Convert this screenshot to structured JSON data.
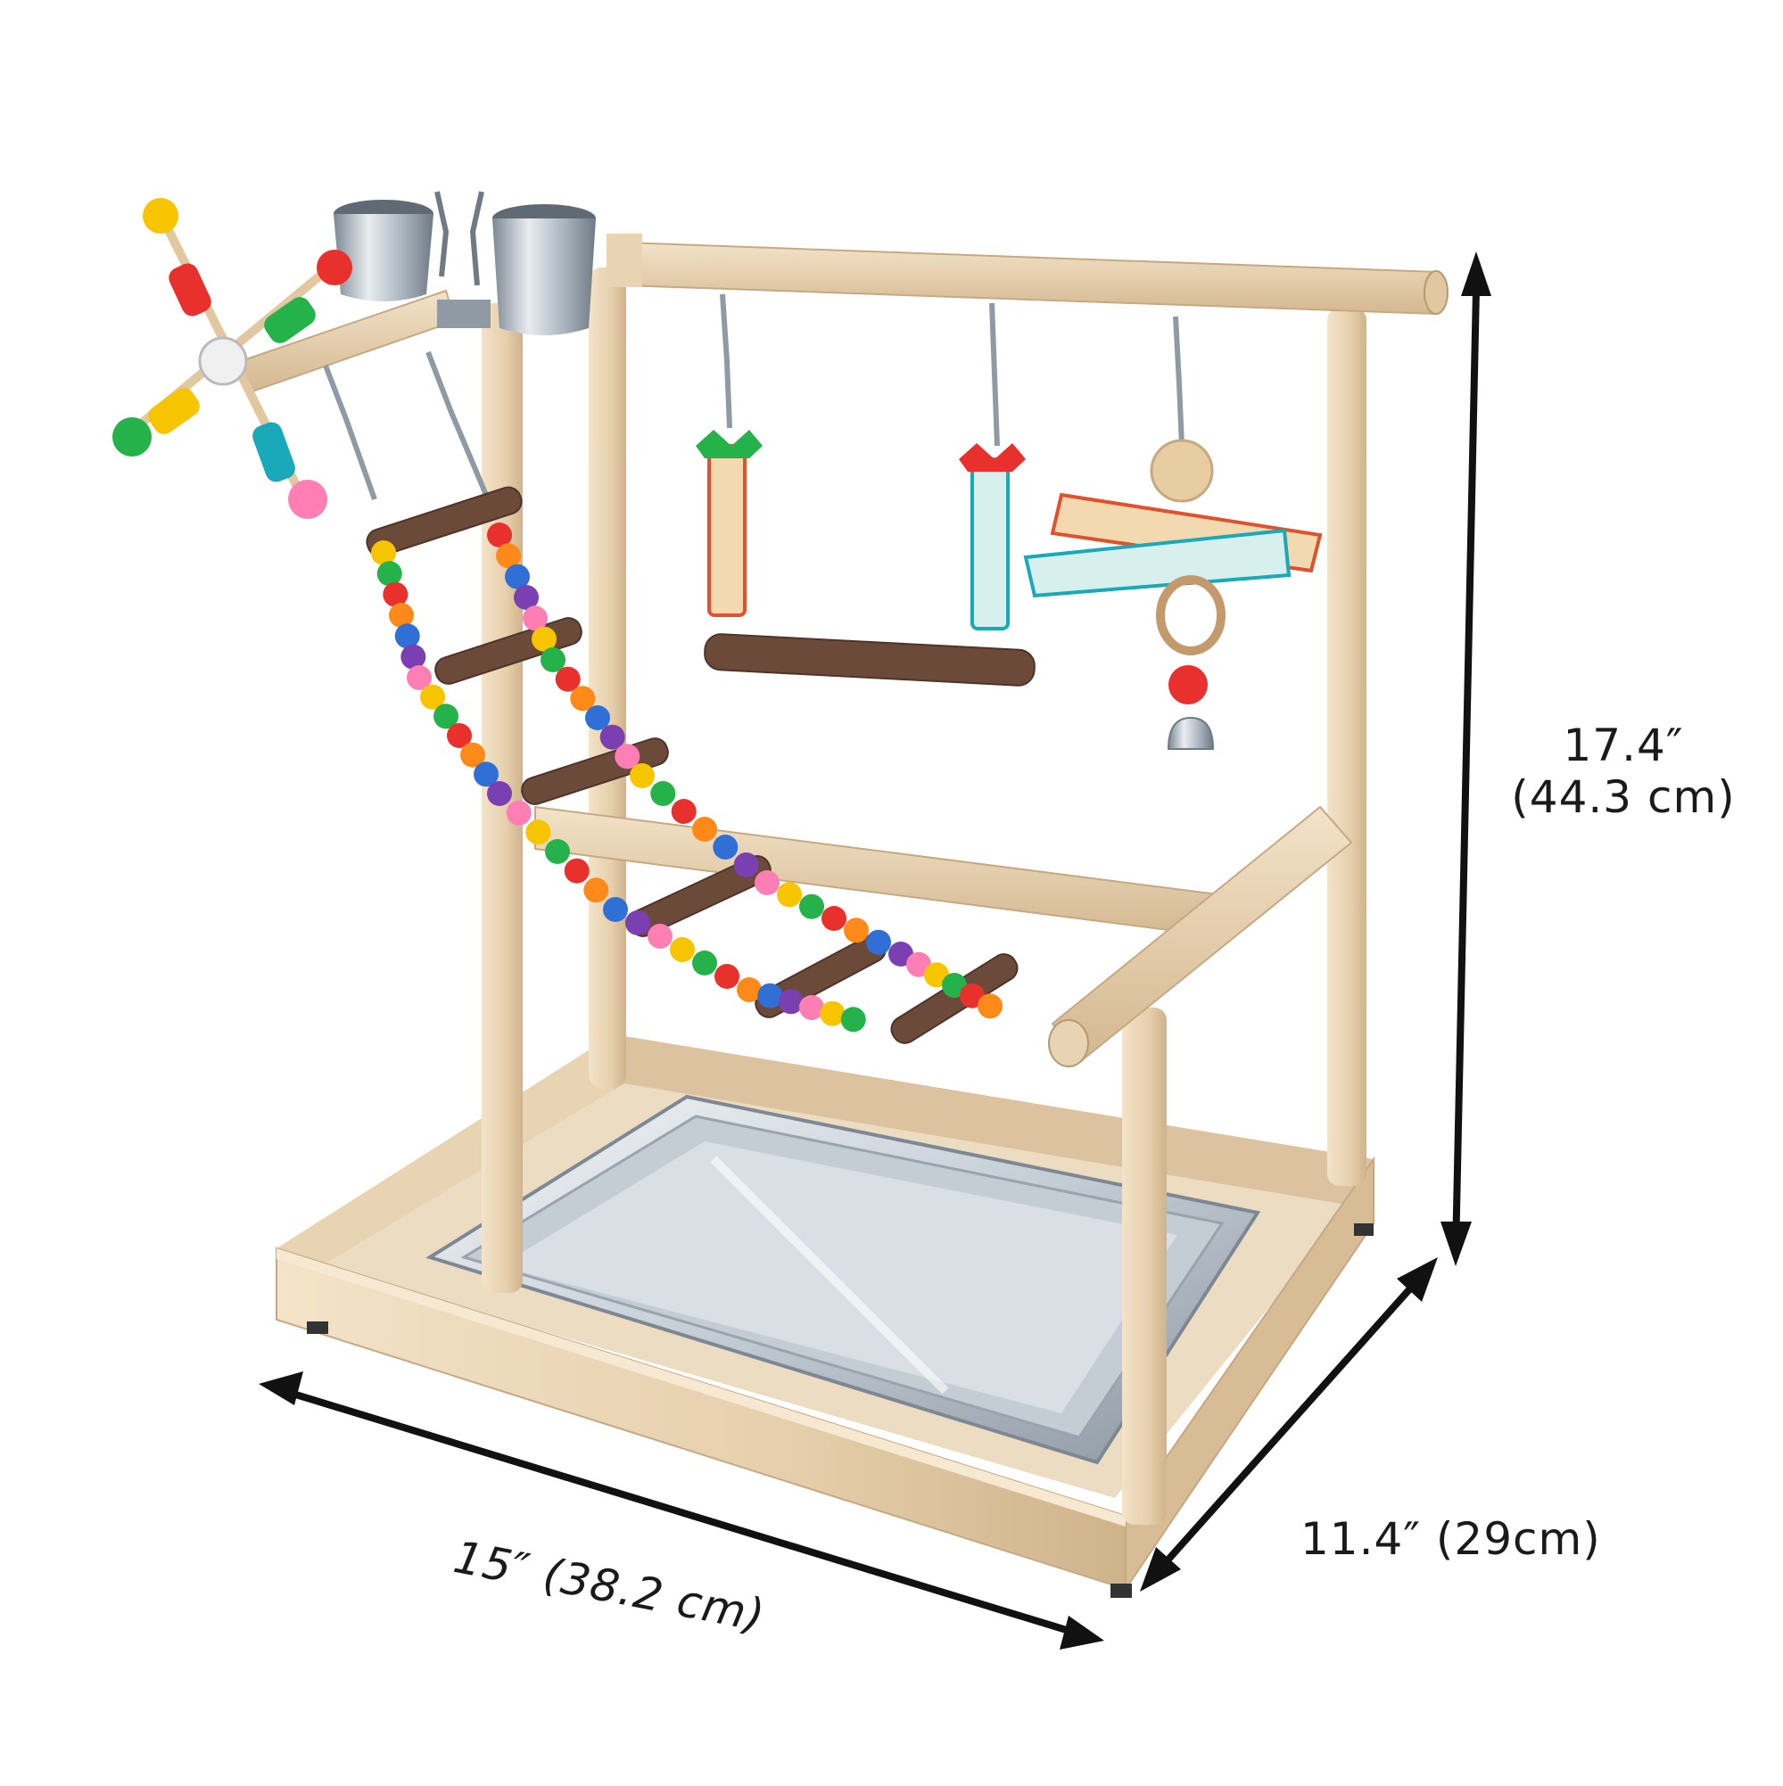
{
  "figure": {
    "image_description": "",
    "colors": {
      "wood": "#ead6b8",
      "wood_shadow": "#c9ad86",
      "wood_dark": "#b89a70",
      "bark": "#6b4a3a",
      "steel": "#d7dde3",
      "steel_dark": "#8f9aa5",
      "arrow": "#111111",
      "bead_red": "#e8312c",
      "bead_yellow": "#f6c500",
      "bead_green": "#25b24a",
      "bead_blue": "#2f6fd6",
      "bead_purple": "#7a3fb0",
      "bead_orange": "#ff8a1a",
      "bead_pink": "#ff7fb5",
      "bead_teal": "#1aa9b8"
    },
    "icons": {
      "height_arrow": "double-arrow-vertical",
      "depth_arrow": "double-arrow-diagonal",
      "width_arrow": "double-arrow-diagonal"
    }
  },
  "dimensions": {
    "height": {
      "inch": "17.4″",
      "cm": "(44.3 cm)"
    },
    "depth": {
      "text": "11.4″ (29cm)"
    },
    "width": {
      "text": "15″ (38.2 cm)"
    }
  }
}
